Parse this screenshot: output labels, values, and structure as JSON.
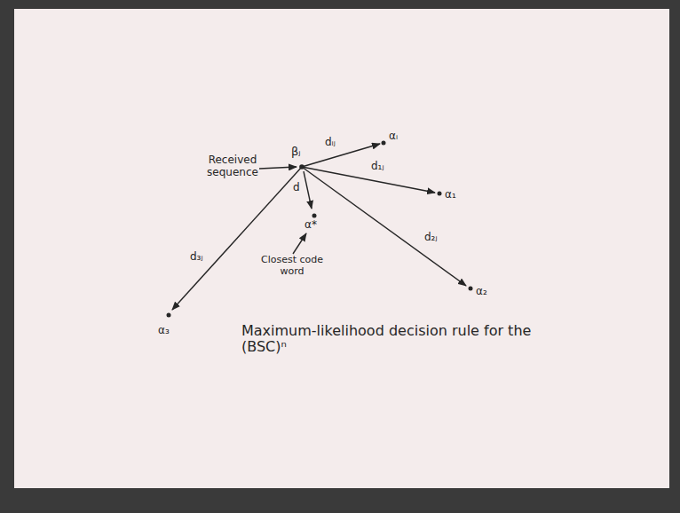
{
  "diagram": {
    "caption": "Maximum-likelihood decision rule for the (BSC)ⁿ",
    "labels": [
      "Received sequence",
      "βⱼ",
      "dᵢⱼ",
      "αᵢ",
      "d₁ⱼ",
      "α₁",
      "d",
      "α*",
      "Closest code word",
      "d₂ⱼ",
      "α₂",
      "d₃ⱼ",
      "α₃"
    ]
  }
}
